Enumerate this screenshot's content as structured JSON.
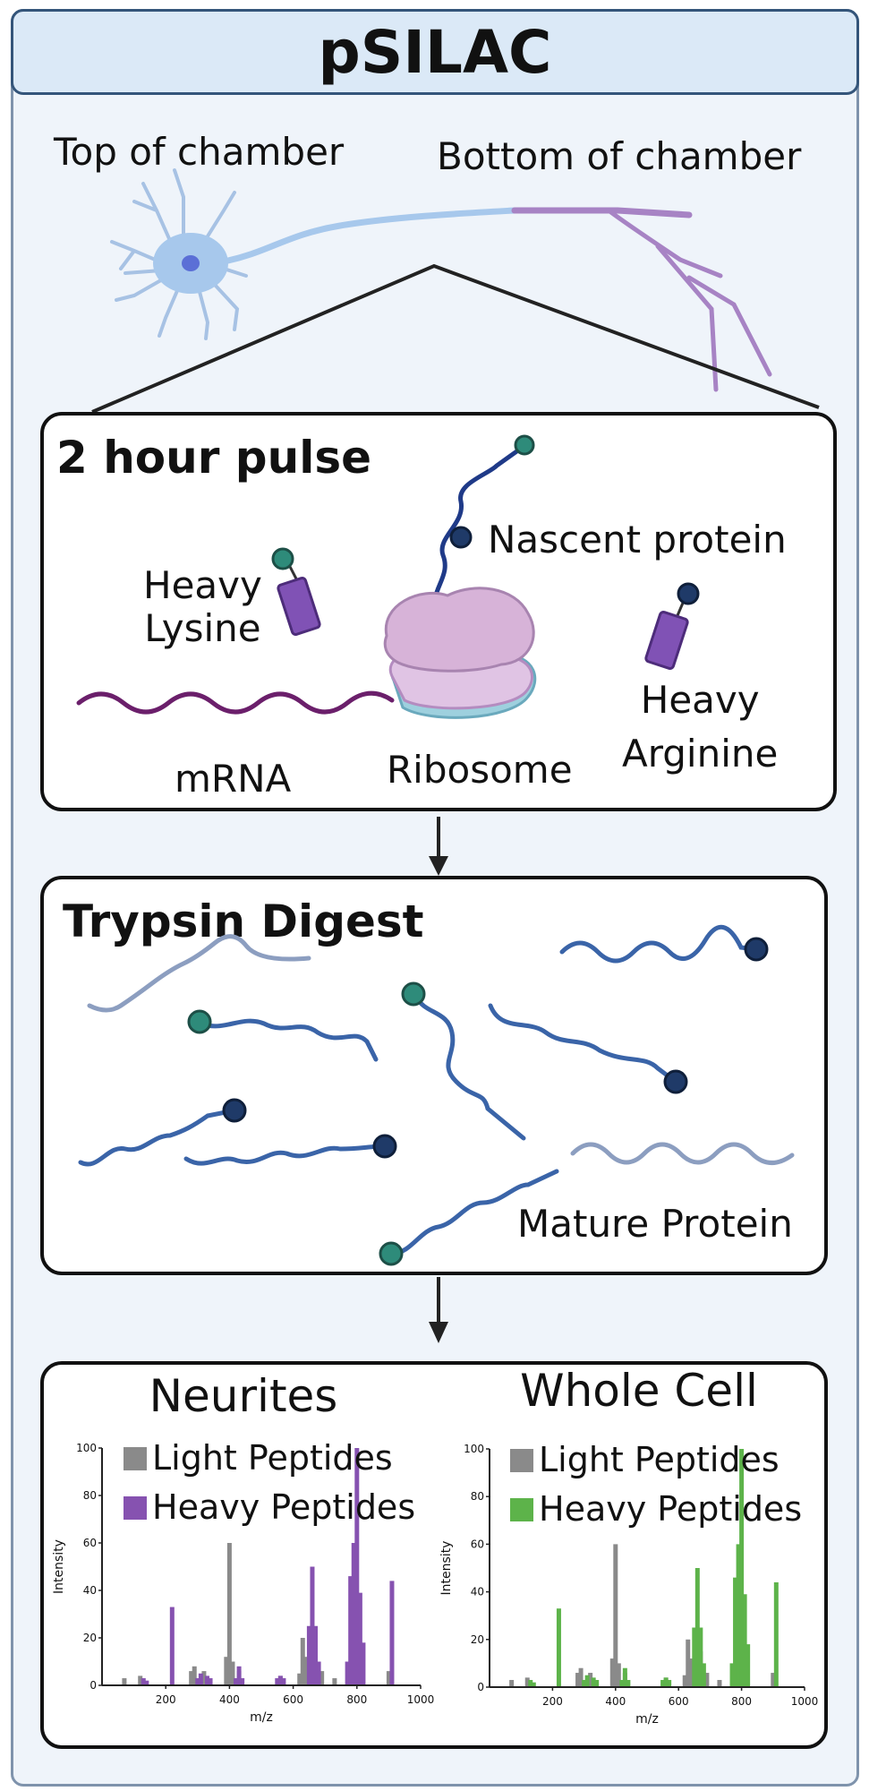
{
  "title": "pSILAC",
  "neuron": {
    "top_label": "Top of chamber",
    "bottom_label": "Bottom of chamber"
  },
  "pulse_panel": {
    "title": "2 hour pulse",
    "heavy_lysine": "Heavy\nLysine",
    "nascent_protein": "Nascent protein",
    "heavy_arginine": "Heavy\nArginine",
    "mrna": "mRNA",
    "ribosome": "Ribosome"
  },
  "digest_panel": {
    "title": "Trypsin Digest",
    "mature_protein": "Mature Protein"
  },
  "colors": {
    "lysine_label": "#2e8b7a",
    "arginine_label": "#1f3a68",
    "peptide": "#3a64a8",
    "mature": "#8c9ec0",
    "heavy_tag": "#8052b5",
    "mrna": "#6b1f6b",
    "light_bar": "#8a8a8a",
    "heavy_neurites": "#8652b0",
    "heavy_whole": "#5db34a"
  },
  "chart_data": [
    {
      "type": "bar",
      "title": "Neurites",
      "xlabel": "m/z",
      "ylabel": "Intensity",
      "xlim": [
        0,
        1000
      ],
      "ylim": [
        0,
        100
      ],
      "x_ticks": [
        200,
        400,
        600,
        800,
        1000
      ],
      "y_ticks": [
        0,
        20,
        40,
        60,
        80,
        100
      ],
      "legend": [
        "Light Peptides",
        "Heavy Peptides"
      ],
      "legend_position": "top",
      "series": [
        {
          "name": "Light Peptides",
          "color": "#8a8a8a",
          "points": [
            [
              70,
              3
            ],
            [
              120,
              4
            ],
            [
              280,
              6
            ],
            [
              290,
              8
            ],
            [
              320,
              6
            ],
            [
              390,
              12
            ],
            [
              400,
              60
            ],
            [
              410,
              10
            ],
            [
              430,
              6
            ],
            [
              560,
              4
            ],
            [
              620,
              5
            ],
            [
              630,
              20
            ],
            [
              640,
              12
            ],
            [
              670,
              15
            ],
            [
              690,
              6
            ],
            [
              730,
              3
            ],
            [
              790,
              8
            ],
            [
              900,
              6
            ]
          ]
        },
        {
          "name": "Heavy Peptides",
          "color": "#8652b0",
          "points": [
            [
              130,
              3
            ],
            [
              140,
              2
            ],
            [
              220,
              33
            ],
            [
              300,
              3
            ],
            [
              310,
              5
            ],
            [
              330,
              4
            ],
            [
              340,
              3
            ],
            [
              420,
              3
            ],
            [
              430,
              8
            ],
            [
              440,
              3
            ],
            [
              550,
              3
            ],
            [
              560,
              4
            ],
            [
              570,
              3
            ],
            [
              650,
              25
            ],
            [
              660,
              50
            ],
            [
              670,
              25
            ],
            [
              680,
              10
            ],
            [
              770,
              10
            ],
            [
              780,
              46
            ],
            [
              790,
              60
            ],
            [
              800,
              100
            ],
            [
              810,
              39
            ],
            [
              820,
              18
            ],
            [
              910,
              44
            ]
          ]
        }
      ]
    },
    {
      "type": "bar",
      "title": "Whole Cell",
      "xlabel": "m/z",
      "ylabel": "Intensity",
      "xlim": [
        0,
        1000
      ],
      "ylim": [
        0,
        100
      ],
      "x_ticks": [
        200,
        400,
        600,
        800,
        1000
      ],
      "y_ticks": [
        0,
        20,
        40,
        60,
        80,
        100
      ],
      "legend": [
        "Light Peptides",
        "Heavy Peptides"
      ],
      "legend_position": "top",
      "series": [
        {
          "name": "Light Peptides",
          "color": "#8a8a8a",
          "points": [
            [
              70,
              3
            ],
            [
              120,
              4
            ],
            [
              280,
              6
            ],
            [
              290,
              8
            ],
            [
              320,
              6
            ],
            [
              390,
              12
            ],
            [
              400,
              60
            ],
            [
              410,
              10
            ],
            [
              430,
              6
            ],
            [
              560,
              4
            ],
            [
              620,
              5
            ],
            [
              630,
              20
            ],
            [
              640,
              12
            ],
            [
              670,
              15
            ],
            [
              690,
              6
            ],
            [
              730,
              3
            ],
            [
              790,
              8
            ],
            [
              900,
              6
            ]
          ]
        },
        {
          "name": "Heavy Peptides",
          "color": "#5db34a",
          "points": [
            [
              130,
              3
            ],
            [
              140,
              2
            ],
            [
              220,
              33
            ],
            [
              300,
              3
            ],
            [
              310,
              5
            ],
            [
              330,
              4
            ],
            [
              340,
              3
            ],
            [
              420,
              3
            ],
            [
              430,
              8
            ],
            [
              440,
              3
            ],
            [
              550,
              3
            ],
            [
              560,
              4
            ],
            [
              570,
              3
            ],
            [
              650,
              25
            ],
            [
              660,
              50
            ],
            [
              670,
              25
            ],
            [
              680,
              10
            ],
            [
              770,
              10
            ],
            [
              780,
              46
            ],
            [
              790,
              60
            ],
            [
              800,
              100
            ],
            [
              810,
              39
            ],
            [
              820,
              18
            ],
            [
              910,
              44
            ]
          ]
        }
      ]
    }
  ]
}
